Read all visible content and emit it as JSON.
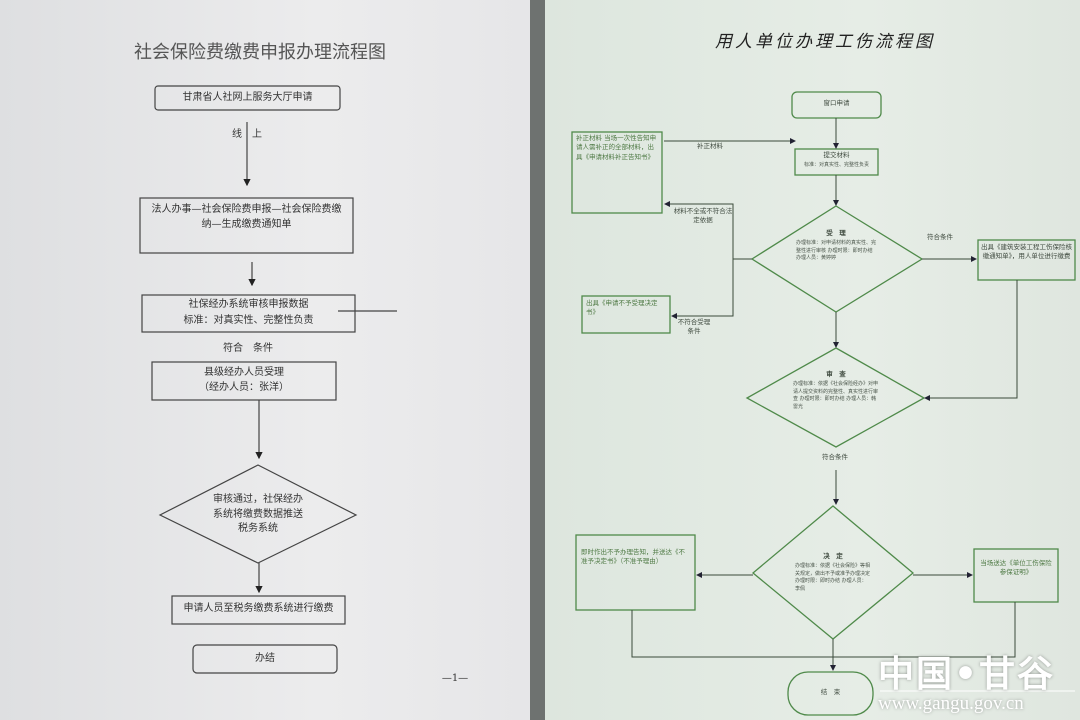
{
  "left_doc": {
    "title": "社会保险费缴费申报办理流程图",
    "step1": "甘肃省人社网上服务大厅申请",
    "online_label": "线　上",
    "step2": "法人办事—社会保险费申报—社会保险费缴纳—生成缴费通知单",
    "step3_line1": "社保经办系统审核申报数据",
    "step3_line2": "标准：对真实性、完整性负责",
    "condition": "符合　条件",
    "step4_line1": "县级经办人员受理",
    "step4_line2": "（经办人员：张洋）",
    "decision": "审核通过，社保经办系统将缴费数据推送税务系统",
    "step5": "申请人员至税务缴费系统进行缴费",
    "end": "办结",
    "page_number": "—1—"
  },
  "right_doc": {
    "title": "用人单位办理工伤流程图",
    "start": "窗口申请",
    "submit_title": "提交材料",
    "submit_detail": "标准：对真实性、完整性负责",
    "supplement_box": "补正材料 当场一次性告知申请人需补正的全部材料，出具《申请材料补正告知书》",
    "supplement_label": "补正材料",
    "incomplete_label": "材料不全或不符合法定依据",
    "accept_title": "受　理",
    "accept_detail": "办理标准：对申请材料的真实性、完整性进行审核 办理时限：即时办结 办理人员：黄婷婷",
    "reject_box": "出具《申请不予受理决定书》",
    "reject_label": "不符合受理条件",
    "meets_label": "符合条件",
    "notice_box": "出具《建筑安装工程工伤保险核缴通知单》，用人单位进行缴费",
    "review_title": "审　查",
    "review_detail": "办理标准：依据《社会保险经办》对申请人提交资料的完整性、真实性进行审查 办理时限：即时办结 办理人员：韩雷光",
    "meets_label2": "符合条件",
    "decide_title": "决　定",
    "decide_detail": "办理标准：依据《社会保险》等相关规定，做出不予或准予办理决定 办理时限：即时办结 办理人员：李佩",
    "deny_box": "即时作出不予办理告知，并送达《不准予决定书》（不准予理由）",
    "grant_box": "当场送达《单位工伤保险参保证明》",
    "end": "结　束"
  },
  "watermark": {
    "name": "中国•甘谷",
    "url": "www.gangu.gov.cn"
  }
}
